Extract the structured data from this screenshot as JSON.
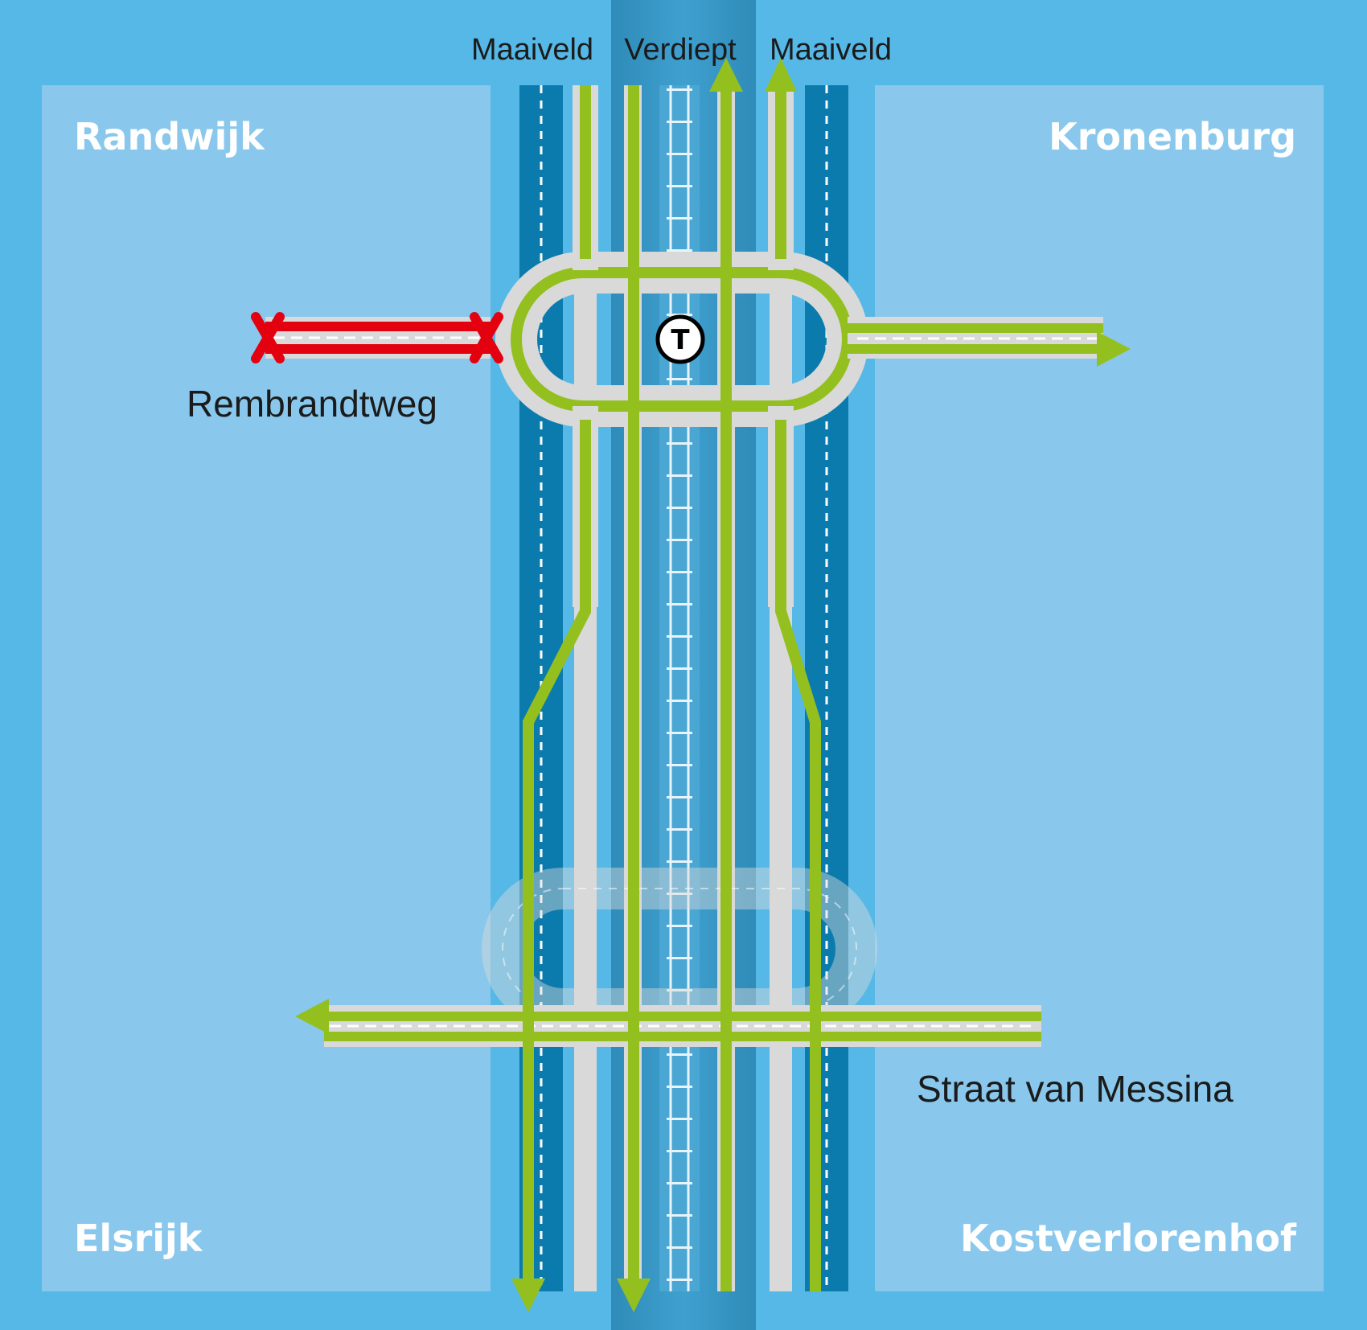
{
  "districts": {
    "northwest": "Randwijk",
    "northeast": "Kronenburg",
    "southwest": "Elsrijk",
    "southeast": "Kostverlorenhof"
  },
  "roads": {
    "rembrandtweg": "Rembrandtweg",
    "straat_van_messina": "Straat van Messina"
  },
  "levels": {
    "left": "Maaiveld",
    "center": "Verdiept",
    "right": "Maaiveld"
  },
  "tram_stop_symbol": "T",
  "closure_icon": "closed-road-x-icon",
  "colors": {
    "background": "#56b8e6",
    "district_block": "#89c8ec",
    "sunken_corridor": "#3f9cc8",
    "motorway": "#0b7bae",
    "road_surface": "#d9d9d9",
    "traffic_route": "#93c01f",
    "closed_road": "#e3000f",
    "label_text": "#1b1b1b"
  }
}
